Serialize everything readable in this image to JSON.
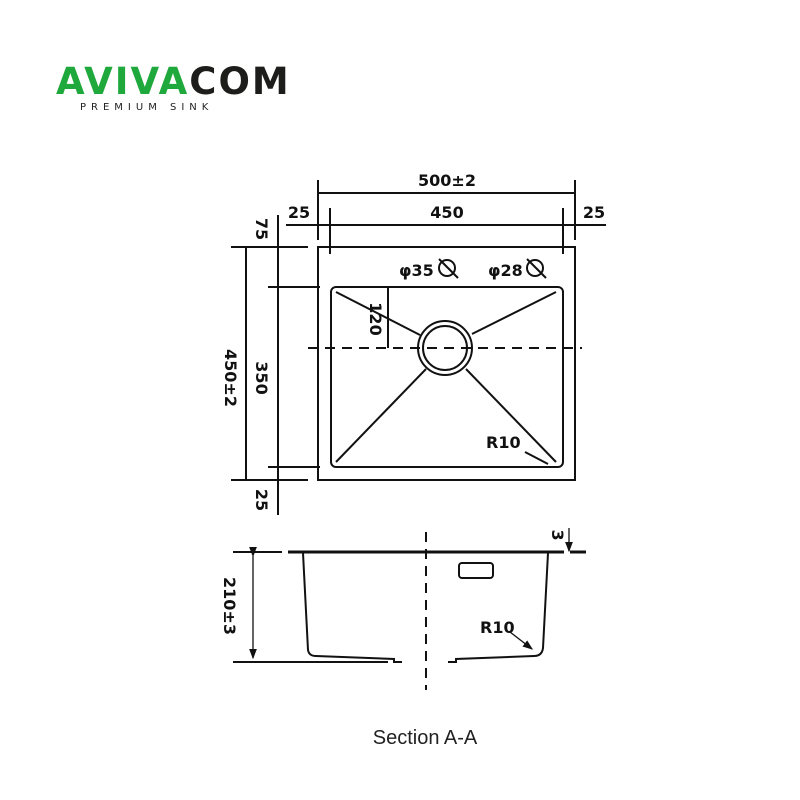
{
  "logo": {
    "brand_green": "AVIVA",
    "brand_dark": "COM",
    "tagline": "PREMIUM SINK",
    "colors": {
      "green": "#1fa83c",
      "dark": "#1d1d1b"
    }
  },
  "top_view": {
    "overall_width": "500±2",
    "inner_width": "450",
    "left_margin": "25",
    "right_margin": "25",
    "top_margin": "75",
    "inner_depth": "350",
    "overall_depth": "450±2",
    "bottom_margin": "25",
    "drain_offset": "120",
    "hole1": "φ35",
    "hole2": "φ28",
    "radius": "R10"
  },
  "section_view": {
    "depth": "210±3",
    "thickness": "3",
    "radius": "R10",
    "caption": "Section A-A"
  }
}
